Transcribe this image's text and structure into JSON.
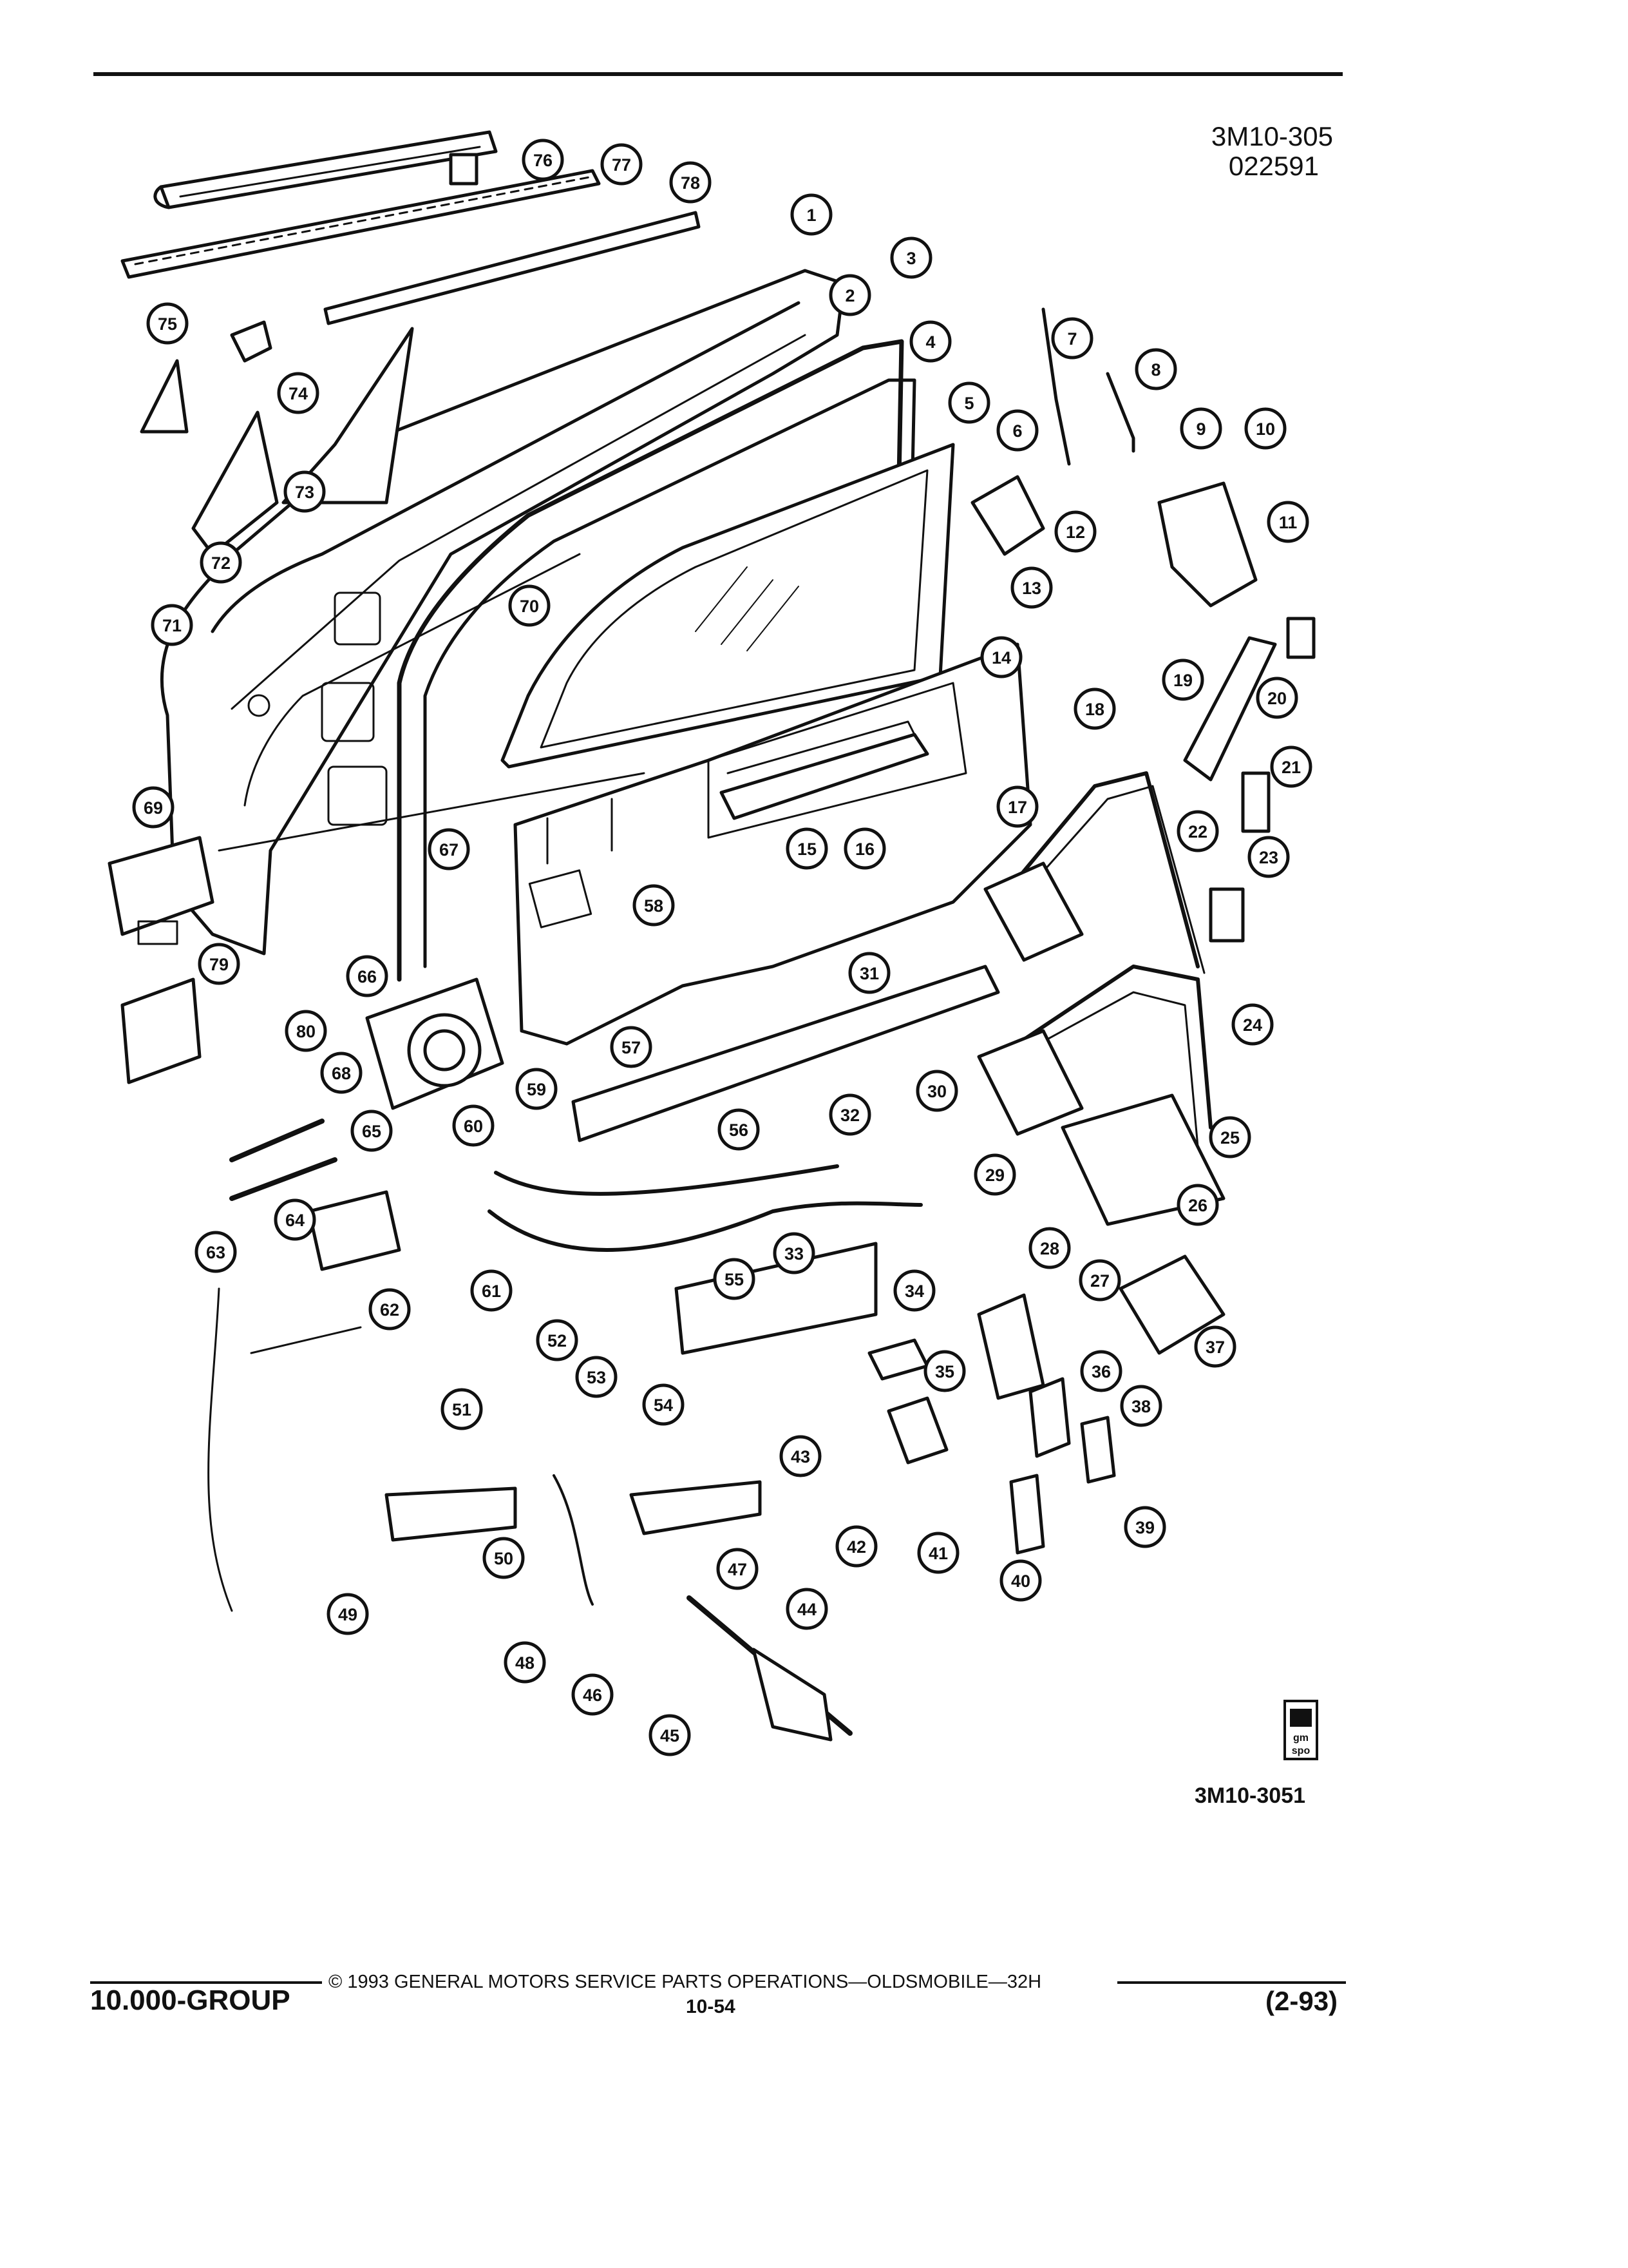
{
  "header": {
    "doc_code_line1": "3M10-305",
    "doc_code_line2": "022591"
  },
  "figure": {
    "figure_id": "3M10-3051",
    "callouts": [
      "1",
      "2",
      "3",
      "4",
      "5",
      "6",
      "7",
      "8",
      "9",
      "10",
      "11",
      "12",
      "13",
      "14",
      "15",
      "16",
      "17",
      "18",
      "19",
      "20",
      "21",
      "22",
      "23",
      "24",
      "25",
      "26",
      "27",
      "28",
      "29",
      "30",
      "31",
      "32",
      "33",
      "34",
      "35",
      "36",
      "37",
      "38",
      "39",
      "40",
      "41",
      "42",
      "43",
      "44",
      "45",
      "46",
      "47",
      "48",
      "49",
      "50",
      "51",
      "52",
      "53",
      "54",
      "55",
      "56",
      "57",
      "58",
      "59",
      "60",
      "61",
      "62",
      "63",
      "64",
      "65",
      "66",
      "67",
      "68",
      "69",
      "70",
      "71",
      "72",
      "73",
      "74",
      "75",
      "76",
      "77",
      "78",
      "79",
      "80"
    ],
    "logo_text": "gm spo"
  },
  "footer": {
    "group": "10.000-GROUP",
    "copyright": "© 1993 GENERAL MOTORS SERVICE PARTS OPERATIONS—OLDSMOBILE—32H",
    "page": "10-54",
    "date_code": "(2-93)"
  },
  "colors": {
    "ink": "#111111",
    "paper": "#ffffff"
  }
}
